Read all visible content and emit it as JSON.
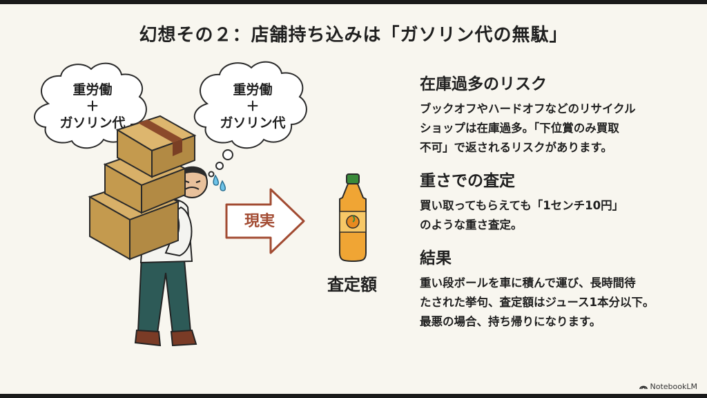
{
  "slide": {
    "title": "幻想その２：店舗持ち込みは「ガソリン代の無駄」"
  },
  "illustration": {
    "bubble_left": {
      "line1": "重労働",
      "line2": "＋",
      "line3": "ガソリン代"
    },
    "bubble_right": {
      "line1": "重労働",
      "line2": "＋",
      "line3": "ガソリン代"
    },
    "arrow_label": "現実",
    "bottle_caption": "査定額"
  },
  "sections": [
    {
      "heading": "在庫過多のリスク",
      "lines": [
        "ブックオフやハードオフなどのリサイクル",
        "ショップは在庫過多。「下位賞のみ買取",
        "不可」で返されるリスクがあります。"
      ]
    },
    {
      "heading": "重さでの査定",
      "lines": [
        "買い取ってもらえても「1センチ10円」",
        "のような重さ査定。"
      ]
    },
    {
      "heading": "結果",
      "lines": [
        "重い段ボールを車に積んで運び、長時間待",
        "たされた挙句、査定額はジュース1本分以下。",
        "最悪の場合、持ち帰りになります。"
      ]
    }
  ],
  "footer": {
    "brand": "NotebookLM",
    "icon": "notebooklm-logo-icon"
  }
}
